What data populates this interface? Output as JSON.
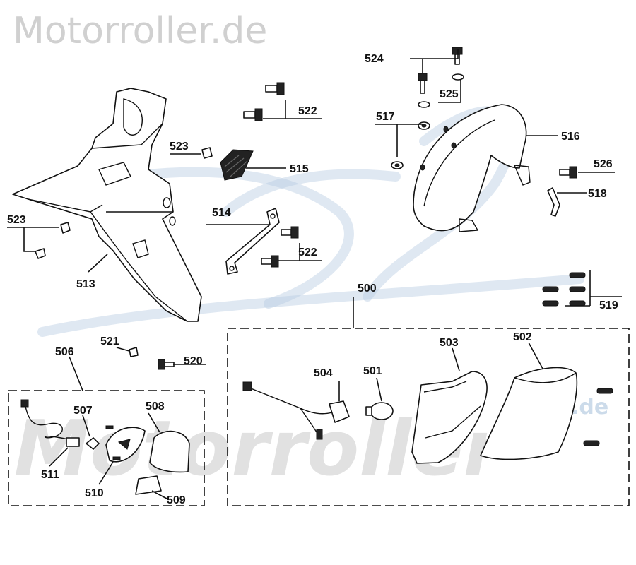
{
  "header": {
    "site_logo": "Motorroller.de"
  },
  "watermark": {
    "text": "Motorroller",
    "suffix": ".de"
  },
  "colors": {
    "line": "#111111",
    "watermark_blue": "#b7cde2",
    "watermark_gray": "#c9c9c9",
    "logo_gray": "#d0d0d0"
  },
  "callouts": {
    "p500": "500",
    "p501": "501",
    "p502": "502",
    "p503": "503",
    "p504": "504",
    "p506": "506",
    "p507": "507",
    "p508": "508",
    "p509": "509",
    "p510": "510",
    "p511": "511",
    "p513": "513",
    "p514": "514",
    "p515": "515",
    "p516": "516",
    "p517": "517",
    "p518": "518",
    "p519": "519",
    "p520": "520",
    "p521": "521",
    "p522a": "522",
    "p522b": "522",
    "p523a": "523",
    "p523b": "523",
    "p524": "524",
    "p525": "525",
    "p526": "526"
  }
}
